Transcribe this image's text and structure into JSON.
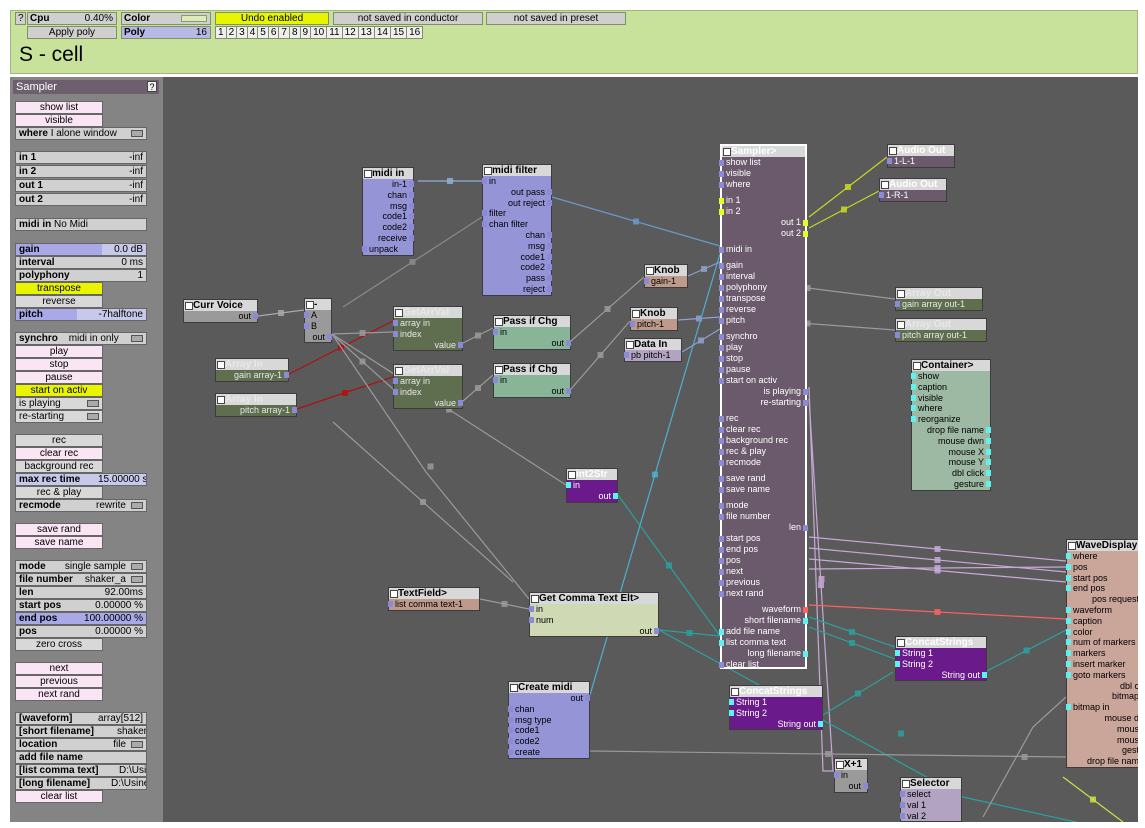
{
  "topbar": {
    "help": "?",
    "cpu_label": "Cpu",
    "cpu_value": "0.40%",
    "apply_poly": "Apply poly",
    "color_label": "Color",
    "poly_label": "Poly",
    "poly_value": "16",
    "undo": "Undo enabled",
    "not_saved_conductor": "not saved in conductor",
    "not_saved_preset": "not saved in preset",
    "poly_numbers": [
      "1",
      "2",
      "3",
      "4",
      "5",
      "6",
      "7",
      "8",
      "9",
      "10",
      "11",
      "12",
      "13",
      "14",
      "15",
      "16"
    ],
    "title": "S - cell"
  },
  "left": {
    "header": "Sampler",
    "help": "?",
    "show_list": "show list",
    "visible": "visible",
    "where_label": "where",
    "where_value": "I alone window",
    "in1_label": "in 1",
    "in1_value": "-inf",
    "in2_label": "in 2",
    "in2_value": "-inf",
    "out1_label": "out 1",
    "out1_value": "-inf",
    "out2_label": "out 2",
    "out2_value": "-inf",
    "midi_in_label": "midi in",
    "midi_in_value": "No Midi",
    "gain_label": "gain",
    "gain_value": "0.0 dB",
    "interval_label": "interval",
    "interval_value": "0 ms",
    "polyphony_label": "polyphony",
    "polyphony_value": "1",
    "transpose": "transpose",
    "reverse": "reverse",
    "pitch_label": "pitch",
    "pitch_value": "-7halftone",
    "synchro_label": "synchro",
    "synchro_value": "midi in only",
    "play": "play",
    "stop": "stop",
    "pause": "pause",
    "start_on_activ": "start on activ",
    "is_playing": "is playing",
    "re_starting": "re-starting",
    "rec": "rec",
    "clear_rec": "clear rec",
    "background_rec": "background rec",
    "max_rec_label": "max rec time",
    "max_rec_value": "15.00000 s",
    "rec_play": "rec & play",
    "recmode_label": "recmode",
    "recmode_value": "rewrite",
    "save_rand": "save rand",
    "save_name": "save name",
    "mode_label": "mode",
    "mode_value": "single sample",
    "file_number_label": "file number",
    "file_number_value": "shaker_a",
    "len_label": "len",
    "len_value": "92.00ms",
    "start_pos_label": "start pos",
    "start_pos_value": "0.00000 %",
    "end_pos_label": "end pos",
    "end_pos_value": "100.00000 %",
    "pos_label": "pos",
    "pos_value": "0.00000 %",
    "zero_cross": "zero cross",
    "next": "next",
    "previous": "previous",
    "next_rand": "next rand",
    "waveform_label": "[waveform]",
    "waveform_value": "array[512]",
    "short_filename_label": "[short filename]",
    "short_filename_value": "shaker",
    "location_label": "location",
    "location_value": "file",
    "add_file_name": "add file name",
    "list_comma_label": "[list comma text]",
    "list_comma_value": "D:\\Usi",
    "long_filename_label": "[long filename]",
    "long_filename_value": "D:\\Usine",
    "clear_list": "clear list"
  },
  "modules": {
    "midi_in": {
      "title": "midi in",
      "ports": [
        "in-1",
        "chan",
        "msg",
        "code1",
        "code2",
        "receive",
        "unpack"
      ]
    },
    "midi_filter": {
      "title": "midi filter",
      "ports": [
        "in",
        "out pass",
        "out reject",
        "filter",
        "chan filter",
        "chan",
        "msg",
        "code1",
        "code2",
        "pass",
        "reject"
      ]
    },
    "curr_voice": {
      "title": "Curr Voice",
      "ports": [
        "out"
      ]
    },
    "minus": {
      "title": "-",
      "ports": [
        "A",
        "B",
        "out"
      ]
    },
    "array_in_1": {
      "title": "Array In",
      "ports": [
        "gain array-1"
      ]
    },
    "array_in_2": {
      "title": "Array In",
      "ports": [
        "pitch array-1"
      ]
    },
    "getarrval_1": {
      "title": "GetArrVal",
      "ports": [
        "array in",
        "index",
        "value"
      ]
    },
    "getarrval_2": {
      "title": "GetArrVal",
      "ports": [
        "array in",
        "index",
        "value"
      ]
    },
    "pass_chg_1": {
      "title": "Pass if Chg",
      "ports": [
        "in",
        "out"
      ]
    },
    "pass_chg_2": {
      "title": "Pass if Chg",
      "ports": [
        "in",
        "out"
      ]
    },
    "knob_1": {
      "title": "Knob",
      "ports": [
        "gain-1"
      ]
    },
    "knob_2": {
      "title": "Knob",
      "ports": [
        "pitch-1"
      ]
    },
    "data_in": {
      "title": "Data In",
      "ports": [
        "pb pitch-1"
      ]
    },
    "int2str": {
      "title": "int2Str",
      "ports": [
        "in",
        "out"
      ]
    },
    "textfield": {
      "title": "TextField>",
      "ports": [
        "list comma text-1"
      ]
    },
    "get_comma": {
      "title": "Get Comma Text Elt>",
      "ports": [
        "in",
        "num",
        "out"
      ]
    },
    "create_midi": {
      "title": "Create midi",
      "ports": [
        "out",
        "chan",
        "msg type",
        "code1",
        "code2",
        "create"
      ]
    },
    "sampler": {
      "title": "Sampler>",
      "ports": [
        "show list",
        "visible",
        "where",
        "in 1",
        "in 2",
        "out 1",
        "out 2",
        "midi in",
        "gain",
        "interval",
        "polyphony",
        "transpose",
        "reverse",
        "pitch",
        "synchro",
        "play",
        "stop",
        "pause",
        "start on activ",
        "is playing",
        "re-starting",
        "rec",
        "clear rec",
        "background rec",
        "rec & play",
        "recmode",
        "save rand",
        "save name",
        "mode",
        "file number",
        "len",
        "start pos",
        "end pos",
        "pos",
        "next",
        "previous",
        "next rand",
        "waveform",
        "short filename",
        "add file name",
        "list comma text",
        "long filename",
        "clear list"
      ]
    },
    "audio_out_1": {
      "title": "Audio Out",
      "ports": [
        "1-L-1"
      ]
    },
    "audio_out_2": {
      "title": "Audio Out",
      "ports": [
        "1-R-1"
      ]
    },
    "array_out_1": {
      "title": "Array Out",
      "ports": [
        "gain array out-1"
      ]
    },
    "array_out_2": {
      "title": "Array Out",
      "ports": [
        "pitch array out-1"
      ]
    },
    "container": {
      "title": "Container>",
      "ports": [
        "show",
        "caption",
        "visible",
        "where",
        "reorganize",
        "drop file name",
        "mouse dwn",
        "mouse X",
        "mouse Y",
        "dbl click",
        "gesture"
      ]
    },
    "concat_1": {
      "title": "ConcatStrings",
      "ports": [
        "String 1",
        "String 2",
        "String out"
      ]
    },
    "concat_2": {
      "title": "ConcatStrings",
      "ports": [
        "String 1",
        "String 2",
        "String out"
      ]
    },
    "xplus1": {
      "title": "X+1",
      "ports": [
        "in",
        "out"
      ]
    },
    "selector": {
      "title": "Selector",
      "ports": [
        "select",
        "val 1",
        "val 2"
      ]
    },
    "wavedisplay": {
      "title": "WaveDisplay",
      "ports": [
        "where",
        "pos",
        "start pos",
        "end pos",
        "pos request",
        "waveform",
        "caption",
        "color",
        "num of markers",
        "markers",
        "insert marker",
        "goto markers",
        "dbl c",
        "bitmap",
        "bitmap in",
        "mouse d",
        "mous",
        "mous",
        "gest",
        "drop file nam"
      ]
    }
  },
  "colors": {
    "topbar": "#c8e29b",
    "canvas": "#5a5a5a",
    "panel": "#848484",
    "accent_yellow": "#e9f500",
    "port_blue": "#8a8ad8",
    "port_cyan": "#5ff0f0",
    "port_red": "#ff6060",
    "port_yellow": "#e0ff20"
  }
}
